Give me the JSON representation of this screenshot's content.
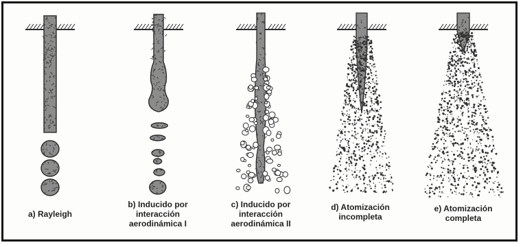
{
  "panels": [
    {
      "id": "a",
      "caption": "a) Rayleigh"
    },
    {
      "id": "b",
      "caption": "b) Inducido por\ninteracción\naerodinámica I"
    },
    {
      "id": "c",
      "caption": "c) Inducido por\ninteracción\naerodinámica II"
    },
    {
      "id": "d",
      "caption": "d) Atomización\nincompleta"
    },
    {
      "id": "e",
      "caption": "e) Atomización\ncompleta"
    }
  ],
  "colors": {
    "ink": "#2a2a2a",
    "liquid": "#8c8c8c",
    "paper": "#fdfdfb"
  }
}
